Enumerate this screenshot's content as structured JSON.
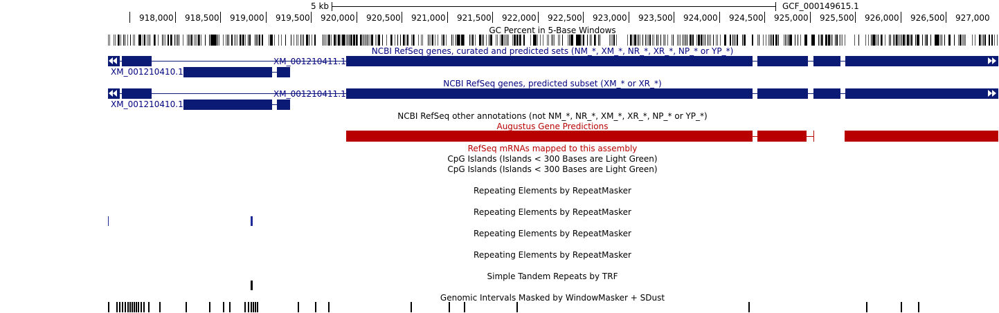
{
  "scale": {
    "label": "5 kb",
    "assembly": "GCF_000149615.1"
  },
  "ruler_ticks": [
    "918,000",
    "918,500",
    "919,000",
    "919,500",
    "920,000",
    "920,500",
    "921,000",
    "921,500",
    "922,000",
    "922,500",
    "923,000",
    "923,500",
    "924,000",
    "924,500",
    "925,000",
    "925,500",
    "926,000",
    "926,500",
    "927,000"
  ],
  "tracks": {
    "gc_percent": "GC Percent in 5-Base Windows",
    "refseq_curated": "NCBI RefSeq genes, curated and predicted sets (NM_*, XM_*, NR_*, XR_*, NP_* or YP_*)",
    "refseq_predicted": "NCBI RefSeq genes, predicted subset (XM_* or XR_*)",
    "refseq_other": "NCBI RefSeq other annotations (not NM_*, NR_*, XM_*, XR_*, NP_* or YP_*)",
    "augustus": "Augustus Gene Predictions",
    "refseq_mrna": "RefSeq mRNAs mapped to this assembly",
    "cpg1": "CpG Islands (Islands < 300 Bases are Light Green)",
    "cpg2": "CpG Islands (Islands < 300 Bases are Light Green)",
    "rmsk1": "Repeating Elements by RepeatMasker",
    "rmsk2": "Repeating Elements by RepeatMasker",
    "rmsk3": "Repeating Elements by RepeatMasker",
    "rmsk4": "Repeating Elements by RepeatMasker",
    "trf": "Simple Tandem Repeats by TRF",
    "windowmasker": "Genomic Intervals Masked by WindowMasker + SDust"
  },
  "genes": {
    "curated_left": "XM_001210410.1",
    "curated_right": "XM_001210411.1",
    "predicted_left": "XM_001210410.1",
    "predicted_right": "XM_001210411.1"
  },
  "colors": {
    "gene": "#0b1a75",
    "augustus": "#b80000",
    "repeat": "#1a2a9a"
  }
}
